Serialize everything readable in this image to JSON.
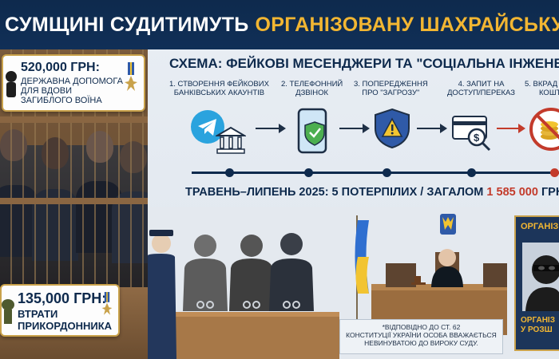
{
  "header": {
    "title_white": "СУМЩИНІ СУДИТИМУТЬ",
    "title_gold": "ОРГАНІЗОВАНУ ШАХРАЙСЬКУ ГРУ"
  },
  "cards": {
    "top": {
      "amount": "520,000 ГРН:",
      "desc": "ДЕРЖАВНА ДОПОМОГА ДЛЯ ВДОВИ ЗАГИБЛОГО ВОЇНА"
    },
    "bottom": {
      "amount": "135,000 ГРН:",
      "desc": "ВТРАТИ ПРИКОРДОННИКА"
    }
  },
  "scheme": {
    "title": "СХЕМА: ФЕЙКОВІ МЕСЕНДЖЕРИ ТА \"СОЦІАЛЬНА ІНЖЕНЕ",
    "steps": [
      {
        "l1": "1. СТВОРЕННЯ ФЕЙКОВИХ",
        "l2": "БАНКІВСЬКИХ АКАУНТІВ"
      },
      {
        "l1": "2. ТЕЛЕФОННИЙ",
        "l2": "ДЗВІНОК"
      },
      {
        "l1": "3. ПОПЕРЕДЖЕННЯ",
        "l2": "ПРО \"ЗАГРОЗУ\""
      },
      {
        "l1": "4. ЗАПИТ НА",
        "l2": "ДОСТУП/ПЕРЕКАЗ"
      },
      {
        "l1": "5. ВКРАД",
        "l2": "КОШТ"
      }
    ],
    "summary_main": "ТРАВЕНЬ–ЛИПЕНЬ 2025: 5 ПОТЕРПІЛИХ / ЗАГАЛОМ ",
    "summary_amount": "1 585 000",
    "summary_tail": " ГРН"
  },
  "footnote": {
    "l1": "*ВІДПОВІДНО ДО СТ. 62",
    "l2": "КОНСТИТУЦІЇ УКРАЇНИ ОСОБА ВВАЖАЄТЬСЯ",
    "l3": "НЕВИНУВАТОЮ ДО ВИРОКУ СУДУ."
  },
  "wanted": {
    "top": "ОРГАНІЗ",
    "bottom_l1": "ОРГАНІЗ",
    "bottom_l2": "У РОЗШ"
  },
  "colors": {
    "navy": "#0e2a4d",
    "gold": "#f2b632",
    "red": "#c33b2b"
  }
}
